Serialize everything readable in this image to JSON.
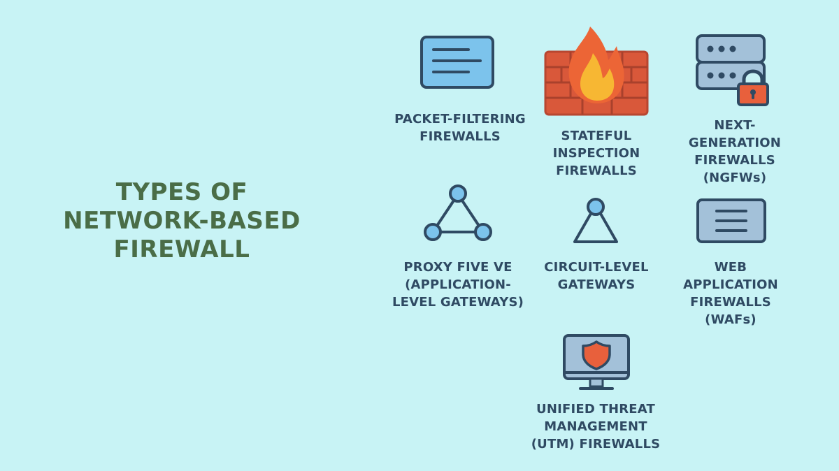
{
  "title": {
    "lines": [
      "TYPES OF",
      "NETWORK-BASED",
      "FIREWALL"
    ]
  },
  "colors": {
    "background": "#c8f3f5",
    "title_text": "#4a6d47",
    "label_text": "#2f4a63",
    "icon_outline": "#2f4a63",
    "icon_light_blue": "#7cc3ec",
    "icon_gray_blue": "#a3c1d9",
    "accent_red": "#e8603c",
    "brick_red": "#d9583a",
    "flame_yellow": "#f7b733"
  },
  "items": [
    {
      "icon": "document-lines-icon",
      "lines": [
        "PACKET-FILTERING",
        "FIREWALLS"
      ]
    },
    {
      "icon": "brick-wall-fire-icon",
      "lines": [
        "STATEFUL",
        "INSPECTION",
        "FIREWALLS"
      ]
    },
    {
      "icon": "server-lock-icon",
      "lines": [
        "NEXT-",
        "GENERATION",
        "FIREWALLS",
        "(NGFWs)"
      ]
    },
    {
      "icon": "network-triangle-icon",
      "lines": [
        "PROXY FIVE VE",
        "(APPLICATION-",
        "LEVEL GATEWAYS)"
      ]
    },
    {
      "icon": "node-triangle-icon",
      "lines": [
        "CIRCUIT-LEVEL",
        "GATEWAYS"
      ]
    },
    {
      "icon": "web-window-lines-icon",
      "lines": [
        "WEB",
        "APPLICATION",
        "FIREWALLS",
        "(WAFs)"
      ]
    },
    {
      "icon": "monitor-shield-icon",
      "lines": [
        "UNIFIED THREAT",
        "MANAGEMENT",
        "(UTM) FIREWALLS"
      ]
    }
  ]
}
